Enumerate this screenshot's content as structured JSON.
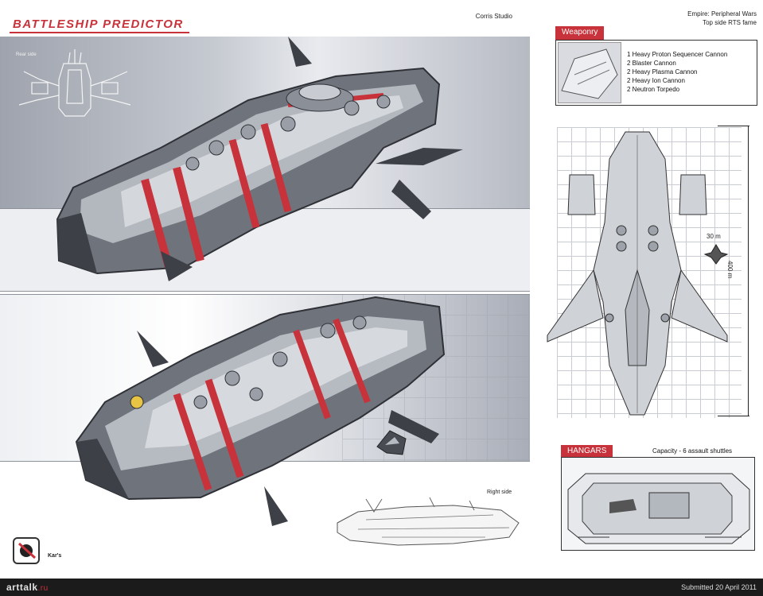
{
  "title": "BATTLESHIP PREDICTOR",
  "studio": "Corris Studio",
  "labels": {
    "rear_side": "Rear side",
    "right_side": "Right side"
  },
  "signature": "Kar's",
  "empire": {
    "line1": "Empire: Peripheral Wars",
    "line2": "Top side RTS fame"
  },
  "weaponry": {
    "heading": "Weaponry",
    "items": [
      "1 Heavy Proton Sequencer Cannon",
      "2 Blaster Cannon",
      "2 Heavy Plasma Cannon",
      "2 Heavy Ion Cannon",
      "2 Neutron Torpedo"
    ]
  },
  "blueprint": {
    "length_label": "400 m",
    "scale_label": "30 m"
  },
  "hangars": {
    "heading": "HANGARS",
    "capacity": "Capacity - 6 assault shuttles"
  },
  "footer": {
    "site": "arttalk",
    "domain": ".ru",
    "submitted": "Submitted 20 April 2011"
  },
  "colors": {
    "accent_red": "#c8323a",
    "hull_gray": "#7c8089",
    "hull_light": "#c4c7cd",
    "hull_dark": "#3e4047"
  }
}
